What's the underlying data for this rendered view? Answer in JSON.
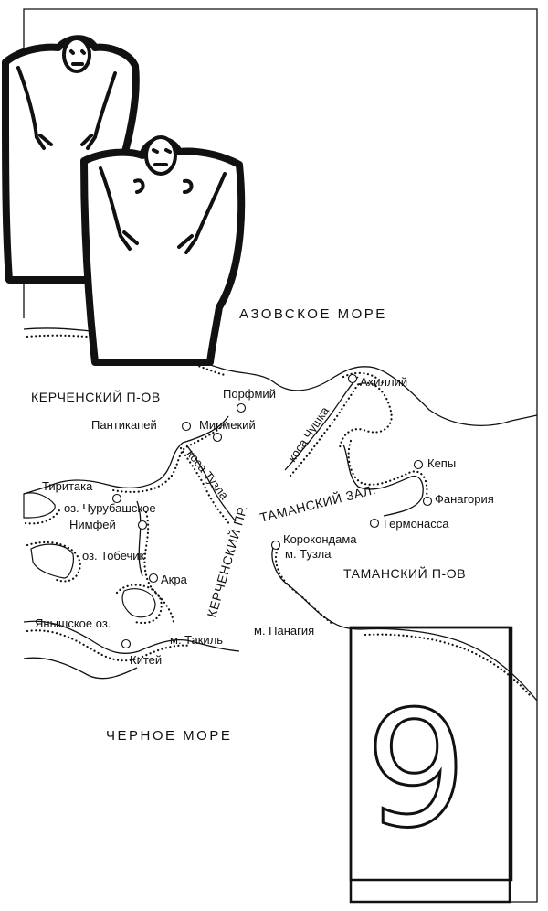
{
  "seas": {
    "azov": "АЗОВСКОЕ МОРЕ",
    "black": "ЧЕРНОЕ МОРЕ"
  },
  "regions": {
    "kerch_peninsula": "КЕРЧЕНСКИЙ П-ОВ",
    "taman_peninsula": "ТАМАНСКИЙ П-ОВ",
    "taman_bay": "ТАМАНСКИЙ ЗАЛ.",
    "kerch_strait": "КЕРЧЕНСКИЙ ПР."
  },
  "spits": {
    "tuzla": "коса Тузла",
    "chushka": "коса Чушка"
  },
  "lakes": {
    "churubash": "оз. Чурубашское",
    "tobechik": "оз. Тобечик",
    "yanysh": "Янышское оз."
  },
  "capes": {
    "tuzla": "м. Тузла",
    "takil": "м. Такиль",
    "panagia": "м. Панагия"
  },
  "sites": {
    "porthmium": "Порфмий",
    "panticapaeum": "Пантикапей",
    "myrmekium": "Мирмекий",
    "tyritake": "Тиритака",
    "nymphaeum": "Нимфей",
    "akra": "Акра",
    "kytaea": "Китей",
    "achilleion": "Ахиллий",
    "kepoi": "Кепы",
    "phanagoria": "Фанагория",
    "hermonassa": "Гермонасса",
    "korokondama": "Корокондама"
  },
  "plate_number": "9"
}
